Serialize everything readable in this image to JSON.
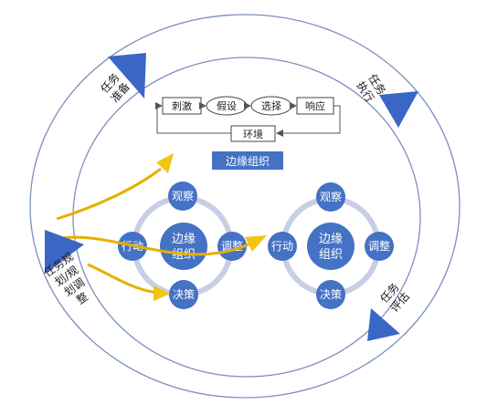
{
  "process_chain": {
    "steps": [
      "刺激",
      "假设",
      "选择",
      "响应"
    ],
    "feedback": "环境"
  },
  "banner": "边缘组织",
  "ooda_left": {
    "center": [
      "边缘",
      "组织"
    ],
    "top": "观察",
    "right": "调整",
    "bottom": "决策",
    "left": "行动"
  },
  "ooda_right": {
    "center": [
      "边缘",
      "组织"
    ],
    "top": "观察",
    "right": "调整",
    "bottom": "决策",
    "left": "行动"
  },
  "stages": {
    "prepare": [
      "任务",
      "准备"
    ],
    "execute": [
      "任务",
      "执行"
    ],
    "evaluate": [
      "任务",
      "评估"
    ],
    "plan": [
      "任务规",
      "划/规",
      "划调",
      "整"
    ]
  },
  "colors": {
    "node_blue": "#4472c4",
    "ring_gray": "#c9cfe3",
    "triangle_blue": "#3a66c6",
    "arrow_gold": "#e8b400"
  }
}
